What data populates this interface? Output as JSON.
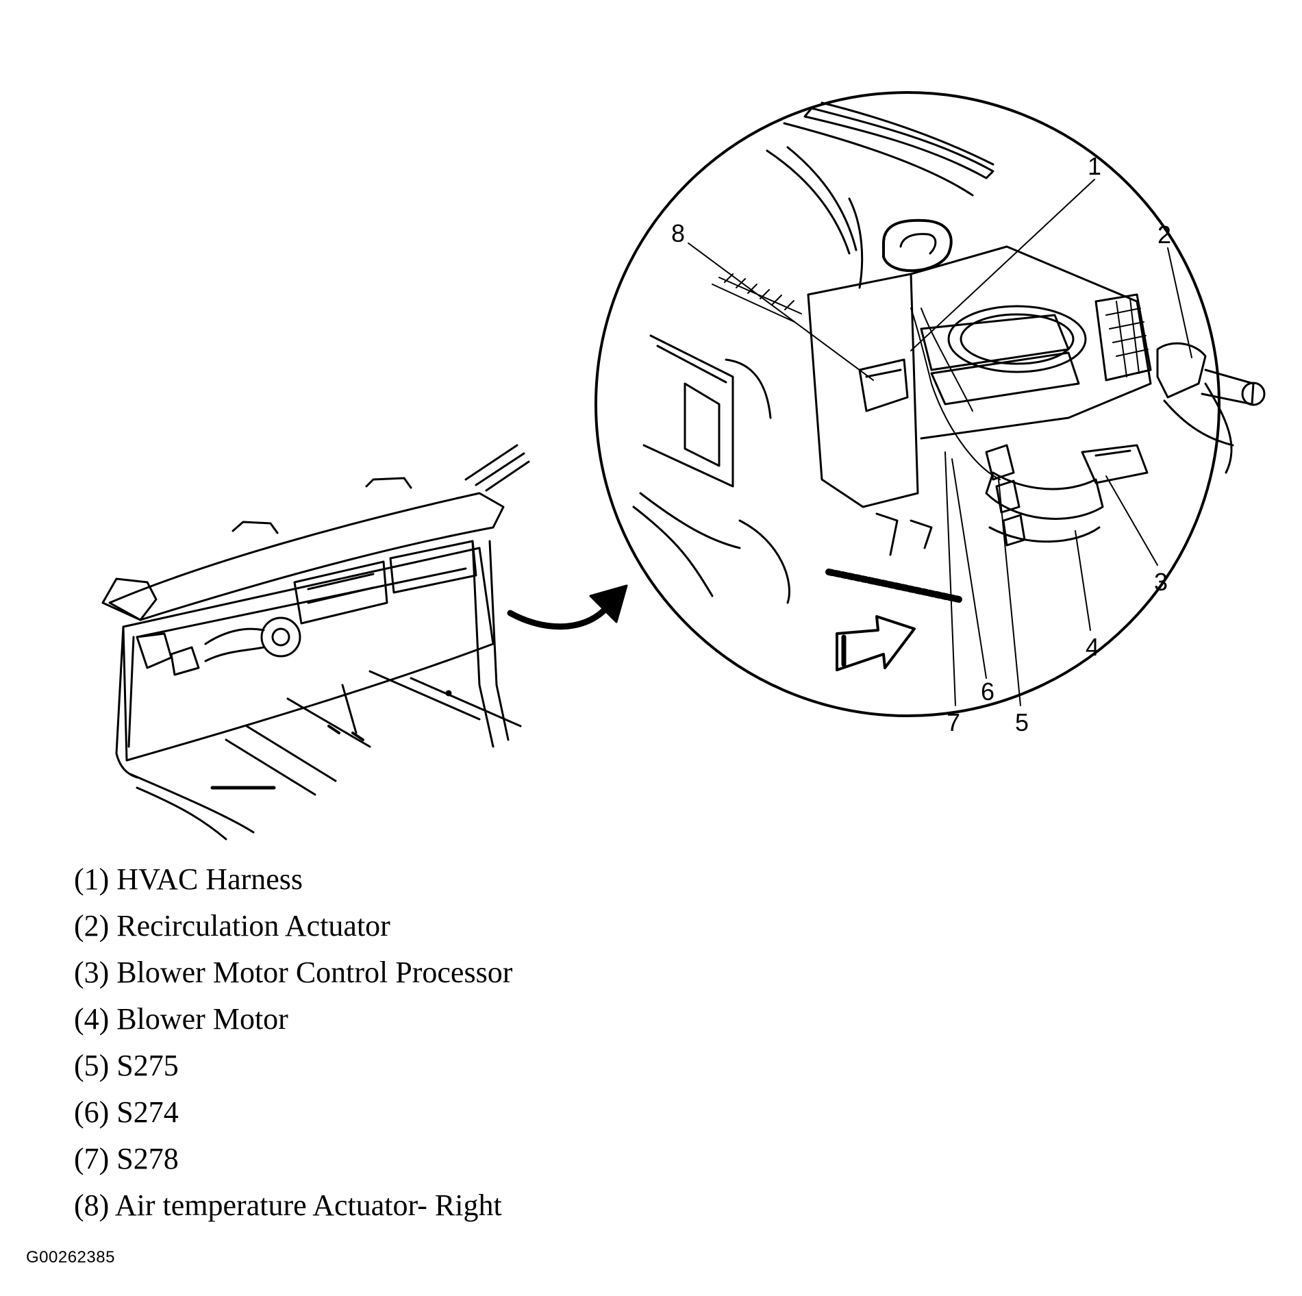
{
  "callouts": [
    "1",
    "2",
    "3",
    "4",
    "5",
    "6",
    "7",
    "8"
  ],
  "legend": [
    "(1) HVAC Harness",
    "(2) Recirculation Actuator",
    "(3) Blower Motor Control Processor",
    "(4) Blower Motor",
    "(5) S275",
    "(6) S274",
    "(7) S278",
    "(8) Air temperature Actuator- Right"
  ],
  "figure_id": "G00262385",
  "colors": {
    "ink": "#000000",
    "paper": "#ffffff"
  },
  "icons": {
    "pointer": "curved-arrow-icon",
    "view_direction": "view-direction-arrow-icon"
  }
}
